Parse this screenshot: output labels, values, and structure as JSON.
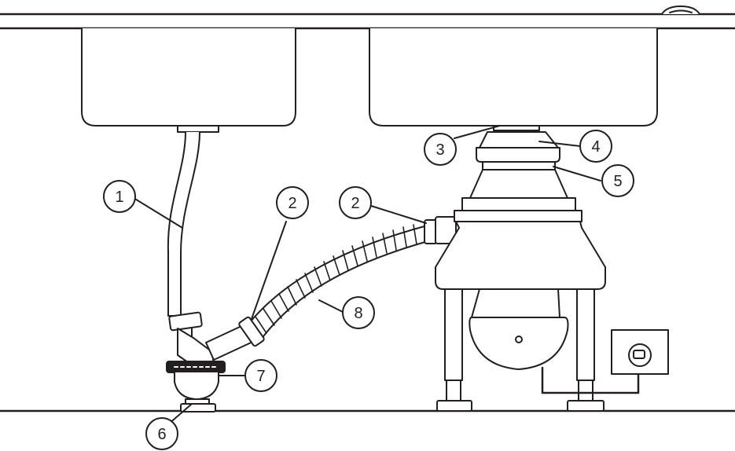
{
  "callouts": [
    {
      "id": "c1",
      "label": "1"
    },
    {
      "id": "c2a",
      "label": "2"
    },
    {
      "id": "c2b",
      "label": "2"
    },
    {
      "id": "c3",
      "label": "3"
    },
    {
      "id": "c4",
      "label": "4"
    },
    {
      "id": "c5",
      "label": "5"
    },
    {
      "id": "c6",
      "label": "6"
    },
    {
      "id": "c7",
      "label": "7"
    },
    {
      "id": "c8",
      "label": "8"
    }
  ],
  "colors": {
    "line": "#231f20",
    "fill": "#ffffff"
  },
  "icons": [
    "sink-basin-left",
    "sink-basin-right",
    "disposer-unit",
    "corrugated-hose",
    "drain-pipe",
    "wall-outlet-icon"
  ]
}
